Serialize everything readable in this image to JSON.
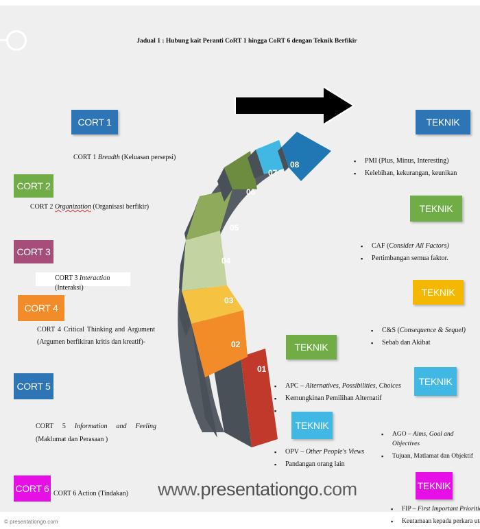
{
  "title": "Jadual 1 : Hubung kait Peranti  CoRT 1 hingga CoRT 6 dengan Teknik Berfikir",
  "cort_tags": [
    {
      "label": "CORT 1",
      "color": "#2e75b6"
    },
    {
      "label": "CORT 2",
      "color": "#70ad47"
    },
    {
      "label": "CORT 3",
      "color": "#a64d79"
    },
    {
      "label": "CORT 4",
      "color": "#f28c28"
    },
    {
      "label": "CORT 5",
      "color": "#2e75b6"
    },
    {
      "label": "CORT 6",
      "color": "#e60fe6"
    }
  ],
  "cort_desc": {
    "c1": {
      "pre": "CORT 1 ",
      "em": "Breadth",
      "post": " (Keluasan persepsi)"
    },
    "c2": {
      "pre": "CORT 2 ",
      "em": "Organization",
      "post": " (Organisasi berfikir)"
    },
    "c3": {
      "pre": "CORT 3 ",
      "em": "Interaction",
      "post": " (Interaksi)"
    },
    "c4": {
      "line1": "CORT 4 Critical Thinking and Argument",
      "line2": "(Argumen berfikiran kritis dan kreatif)-"
    },
    "c5": {
      "pre": "CORT 5 ",
      "em": "Information and Feeling",
      "post": " (Maklumat dan Perasaan )"
    },
    "c6": "CORT 6 Action (Tindakan)"
  },
  "teknik_label": "TEKNIK",
  "teknik_colors": [
    "#2e75b6",
    "#70ad47",
    "#f5b800",
    "#70ad47",
    "#41b8e4",
    "#41b8e4",
    "#e60fe6"
  ],
  "teknik_bullets": {
    "t1": [
      "PMI (Plus, Minus, Interesting)",
      "Kelebihan, kekurangan, keunikan"
    ],
    "t2": {
      "b1_pre": "CAF (",
      "b1_em": "Consider All Factors)",
      "b2": "Pertimbangan semua faktor."
    },
    "t3": {
      "b1_pre": "C&S (",
      "b1_em": "Consequence & Sequel)",
      "b2": "Sebab dan Akibat"
    },
    "t4": {
      "b1_pre": "APC – ",
      "b1_em": "Alternatives, Possibilities, Choices",
      "b2": "Kemungkinan Pemilihan Alternatif",
      "b3": ""
    },
    "t5": {
      "b1_pre": "OPV – ",
      "b1_em": "Other People's Views",
      "b2": "Pandangan orang lain"
    },
    "t6": {
      "b1_pre": "AGO – ",
      "b1_em": "Aims, Goal and Objectives",
      "b2": "Tujuan, Matlamat dan Objektif"
    },
    "t7": {
      "b1_pre": "FIP – ",
      "b1_em": "First Important Priorities",
      "b2": "Keutamaan kepada perkara utama"
    }
  },
  "steps": [
    {
      "num": "01",
      "color": "#c0392b"
    },
    {
      "num": "02",
      "color": "#f28c28"
    },
    {
      "num": "03",
      "color": "#f5c242"
    },
    {
      "num": "04",
      "color": "#c4d4a0"
    },
    {
      "num": "05",
      "color": "#8faa5a"
    },
    {
      "num": "06",
      "color": "#6e8c3f"
    },
    {
      "num": "07",
      "color": "#41b8e4"
    },
    {
      "num": "08",
      "color": "#1f78b4"
    }
  ],
  "watermark": {
    "pre": "www.",
    "brand": "presentationgo",
    "post": ".com"
  },
  "footer": "© presentationgo.com"
}
